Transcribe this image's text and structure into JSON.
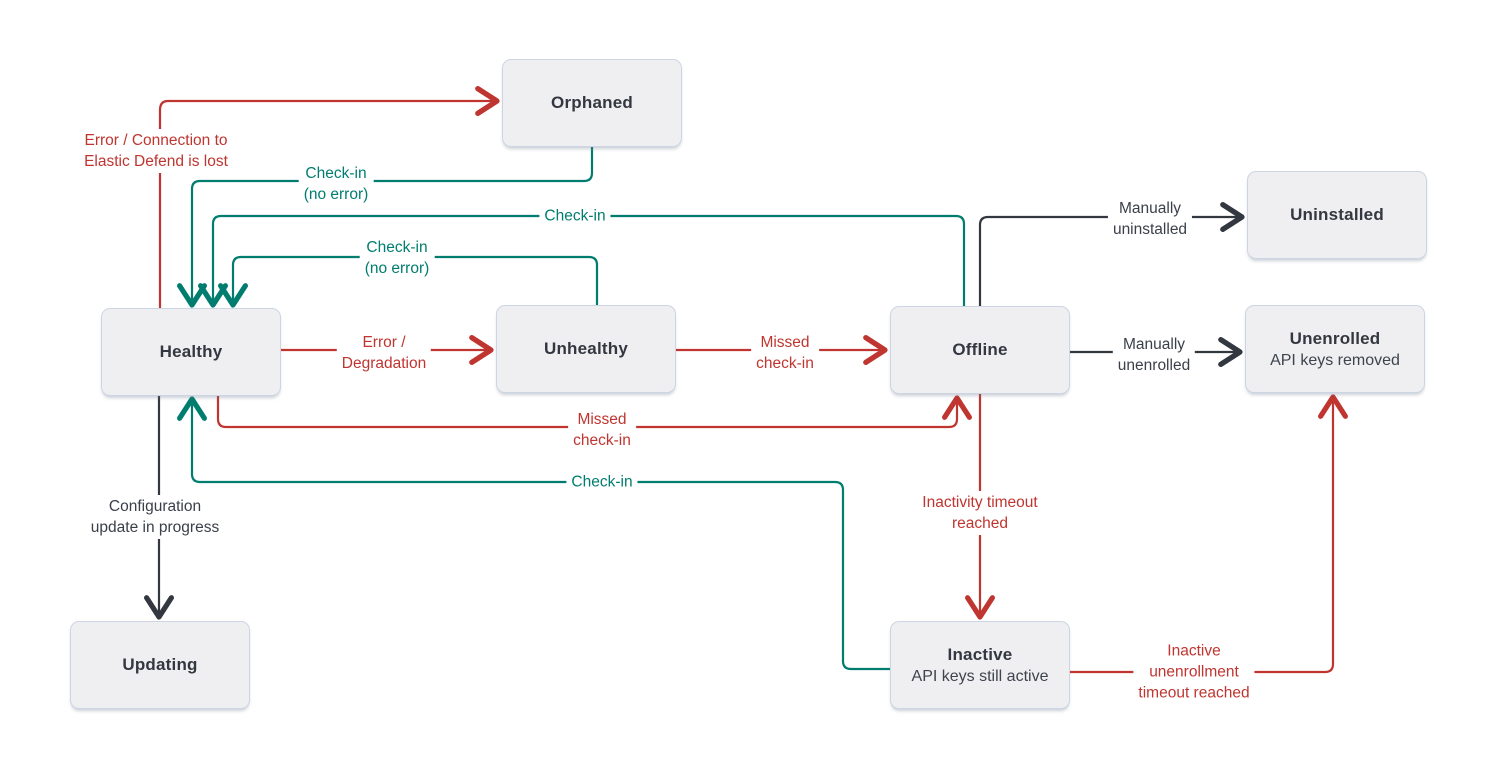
{
  "colors": {
    "red": "#bf3530",
    "teal": "#007d6e",
    "black": "#33373f",
    "node_fill": "#efeff1",
    "node_border": "#ccd5e3",
    "node_text": "#343741"
  },
  "nodes": {
    "orphaned": {
      "label": "Orphaned"
    },
    "uninstalled": {
      "label": "Uninstalled"
    },
    "healthy": {
      "label": "Healthy"
    },
    "unhealthy": {
      "label": "Unhealthy"
    },
    "offline": {
      "label": "Offline"
    },
    "unenrolled": {
      "label": "Unenrolled",
      "sublabel": "API keys removed"
    },
    "updating": {
      "label": "Updating"
    },
    "inactive": {
      "label": "Inactive",
      "sublabel": "API keys still active"
    }
  },
  "edge_labels": {
    "error_connection": {
      "text": "Error / Connection to\nElastic Defend is lost",
      "color": "red"
    },
    "checkin_no_error_orphaned": {
      "text": "Check-in\n(no error)",
      "color": "teal"
    },
    "checkin_from_offline": {
      "text": "Check-in",
      "color": "teal"
    },
    "checkin_no_error_unhealthy": {
      "text": "Check-in\n(no error)",
      "color": "teal"
    },
    "error_degradation": {
      "text": "Error /\nDegradation",
      "color": "red"
    },
    "missed_checkin_to_offline": {
      "text": "Missed\ncheck-in",
      "color": "red"
    },
    "manually_uninstalled": {
      "text": "Manually\nuninstalled",
      "color": "black"
    },
    "manually_unenrolled": {
      "text": "Manually\nunenrolled",
      "color": "black"
    },
    "missed_checkin_from_healthy": {
      "text": "Missed\ncheck-in",
      "color": "red"
    },
    "checkin_from_inactive": {
      "text": "Check-in",
      "color": "teal"
    },
    "configuration_update": {
      "text": "Configuration\nupdate in progress",
      "color": "black"
    },
    "inactivity_timeout": {
      "text": "Inactivity timeout\nreached",
      "color": "red"
    },
    "inactive_unenrollment_timeout": {
      "text": "Inactive\nunenrollment\ntimeout reached",
      "color": "red"
    }
  }
}
